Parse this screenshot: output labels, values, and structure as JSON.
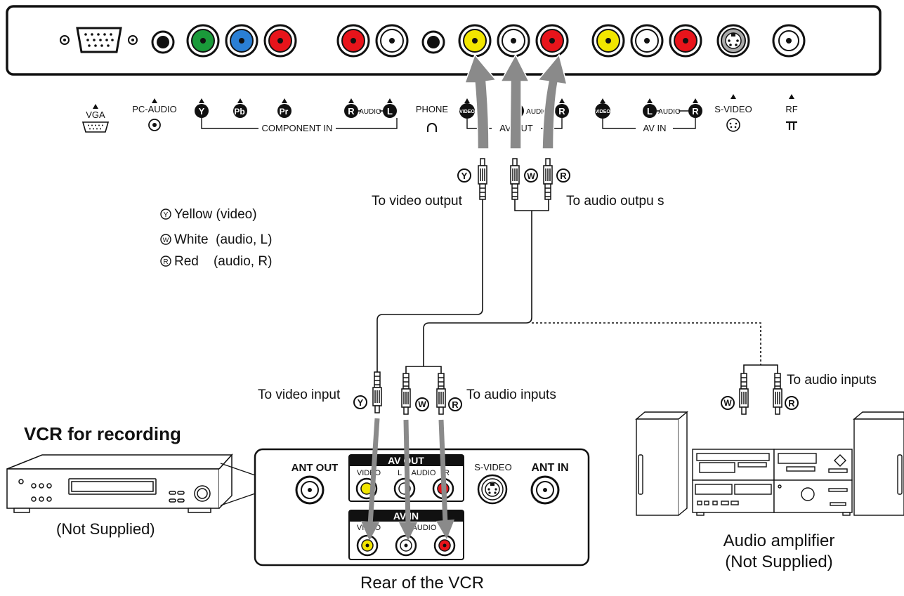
{
  "tv_panel": {
    "labels": {
      "vga": "VGA",
      "pc_audio": "PC-AUDIO",
      "y": "Y",
      "pb": "Pb",
      "pr": "Pr",
      "r": "R",
      "audio": "AUDIO",
      "l": "L",
      "component_in": "COMPONENT IN",
      "phone": "PHONE",
      "video": "VIDEO",
      "av_out": "AV OUT",
      "av_in": "AV IN",
      "s_video": "S-VIDEO",
      "rf": "RF"
    }
  },
  "cable": {
    "y_badge": "Y",
    "w_badge": "W",
    "r_badge": "R",
    "to_video_output": "To video output",
    "to_audio_outputs": "To audio outpu s",
    "to_video_input": "To video input",
    "to_audio_inputs_vcr": "To audio inputs",
    "to_audio_inputs_amp": "To audio inputs"
  },
  "legend": {
    "yellow": "Yellow (video)",
    "white": "White  (audio, L)",
    "red": "Red    (audio, R)"
  },
  "vcr": {
    "title": "VCR for recording",
    "not_supplied": "(Not Supplied)",
    "rear_caption": "Rear of the VCR",
    "ant_out": "ANT OUT",
    "ant_in": "ANT IN",
    "av_out": "AV OUT",
    "av_in": "AV IN",
    "video": "VIDEO",
    "audio": "AUDIO",
    "l": "L",
    "r": "R",
    "s_video": "S-VIDEO"
  },
  "amplifier": {
    "title": "Audio amplifier",
    "not_supplied": "(Not Supplied)"
  },
  "colors": {
    "yellow_jack": "#f2e600",
    "white_jack": "#ffffff",
    "red_jack": "#e8141b",
    "green_jack": "#1a9a3a",
    "blue_jack": "#2a7fd4",
    "arrow_gray": "#8a8a8a"
  }
}
